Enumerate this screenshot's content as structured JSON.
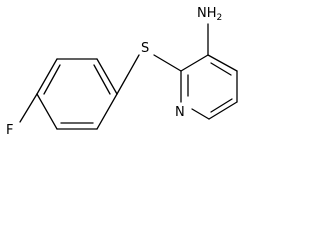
{
  "molecule": {
    "atoms": {
      "amine": "NH2",
      "sulfur": "S",
      "pyridine_n": "N",
      "fluorine": "F"
    }
  },
  "colors": {
    "bond": "#000000",
    "label": "#000000",
    "background": "#ffffff"
  }
}
